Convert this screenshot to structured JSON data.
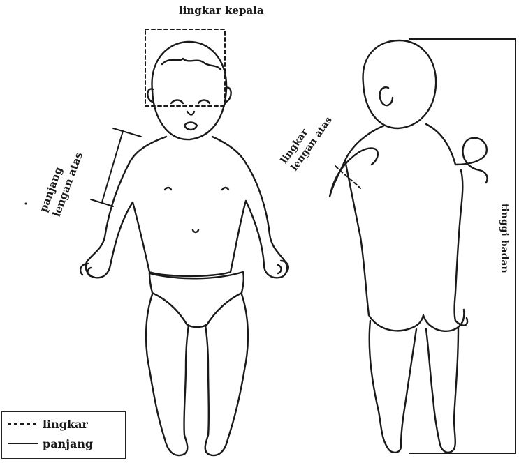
{
  "labels": {
    "head_circumference": "lingkar kepala",
    "upper_arm_length": [
      "panjang",
      "lengan atas"
    ],
    "upper_arm_circumference": [
      "lingkar",
      "lengan atas"
    ],
    "body_length": "tinggi badan"
  },
  "legend": {
    "dashed": "lingkar",
    "solid": "panjang"
  },
  "colors": {
    "ink": "#1a1a1a",
    "background": "#ffffff"
  }
}
